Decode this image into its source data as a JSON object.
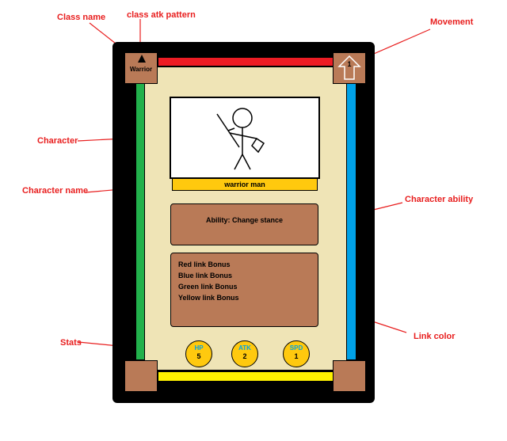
{
  "annotations": {
    "class_name": "Class name",
    "class_atk_pattern": "class atk pattern",
    "movement": "Movement",
    "character": "Character",
    "character_name": "Character name",
    "character_ability": "Character ability",
    "stats": "Stats",
    "link_color": "Link color"
  },
  "card": {
    "class_name": "Warrior",
    "movement_value": "1",
    "character_name": "warrior man",
    "ability": "Ability: Change stance",
    "bonuses": [
      "Red link Bonus",
      "Blue link Bonus",
      "Green link Bonus",
      "Yellow link Bonus"
    ],
    "stats": [
      {
        "label": "HP",
        "value": "5"
      },
      {
        "label": "ATK",
        "value": "2"
      },
      {
        "label": "SPD",
        "value": "1"
      }
    ],
    "link_colors": {
      "top": "#ed1c24",
      "bottom": "#fff200",
      "left": "#22b14c",
      "right": "#00a2e8"
    }
  }
}
